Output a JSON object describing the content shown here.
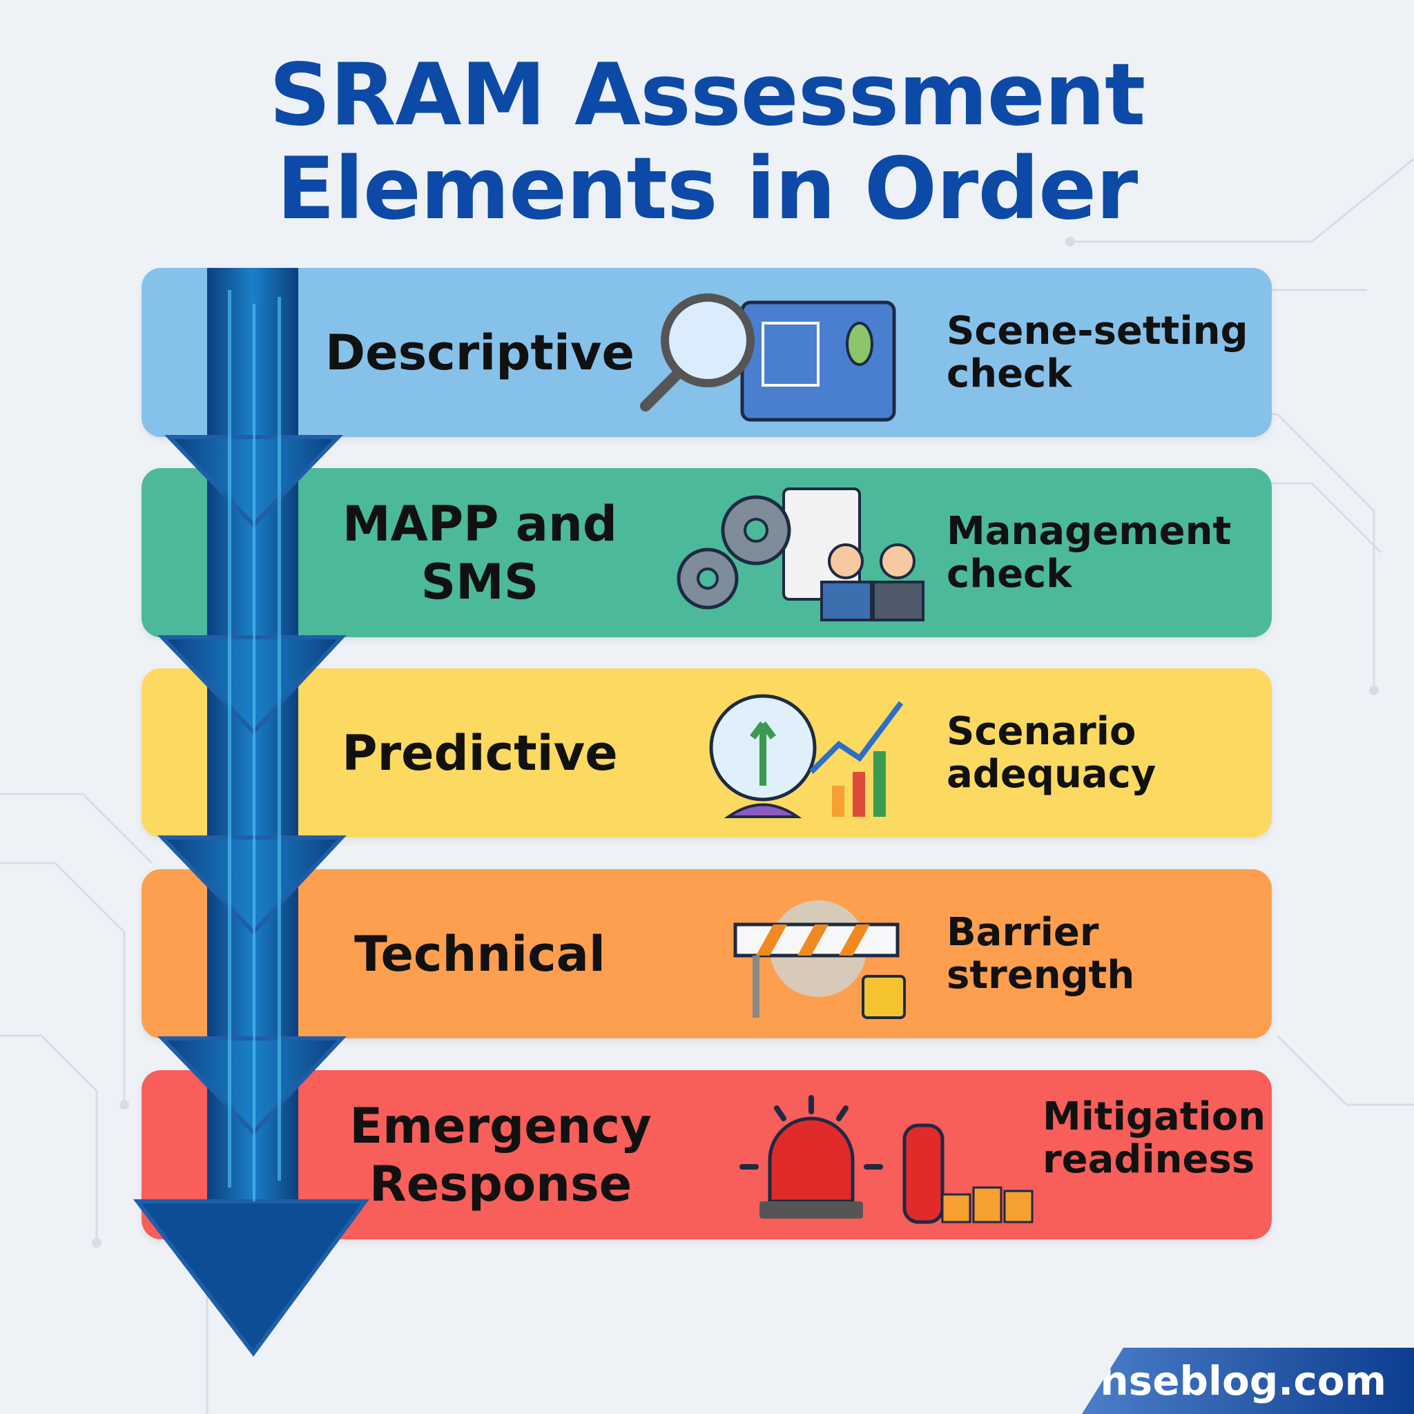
{
  "title": {
    "line1": "SRAM Assessment",
    "line2": "Elements in Order"
  },
  "steps": [
    {
      "label": "Descriptive",
      "description_line1": "Scene-setting",
      "description_line2": "check",
      "color": "#86c1ea",
      "icon": "magnifier-blueprint-icon"
    },
    {
      "label_line1": "MAPP and",
      "label_line2": "SMS",
      "description_line1": "Management",
      "description_line2": "check",
      "color": "#4cb99a",
      "icon": "gears-document-people-icon"
    },
    {
      "label": "Predictive",
      "description_line1": "Scenario",
      "description_line2": "adequacy",
      "color": "#fcd960",
      "icon": "crystal-ball-chart-icon"
    },
    {
      "label": "Technical",
      "description_line1": "Barrier",
      "description_line2": "strength",
      "color": "#fd9f4f",
      "icon": "barrier-lock-icon"
    },
    {
      "label_line1": "Emergency",
      "label_line2": "Response",
      "description_line1": "Mitigation",
      "description_line2": "readiness",
      "color": "#f85e5a",
      "icon": "alarm-extinguisher-icon"
    }
  ],
  "watermark": "hseblog.com",
  "colors": {
    "title": "#0d4aa8",
    "arrow": "#0d4d96"
  }
}
